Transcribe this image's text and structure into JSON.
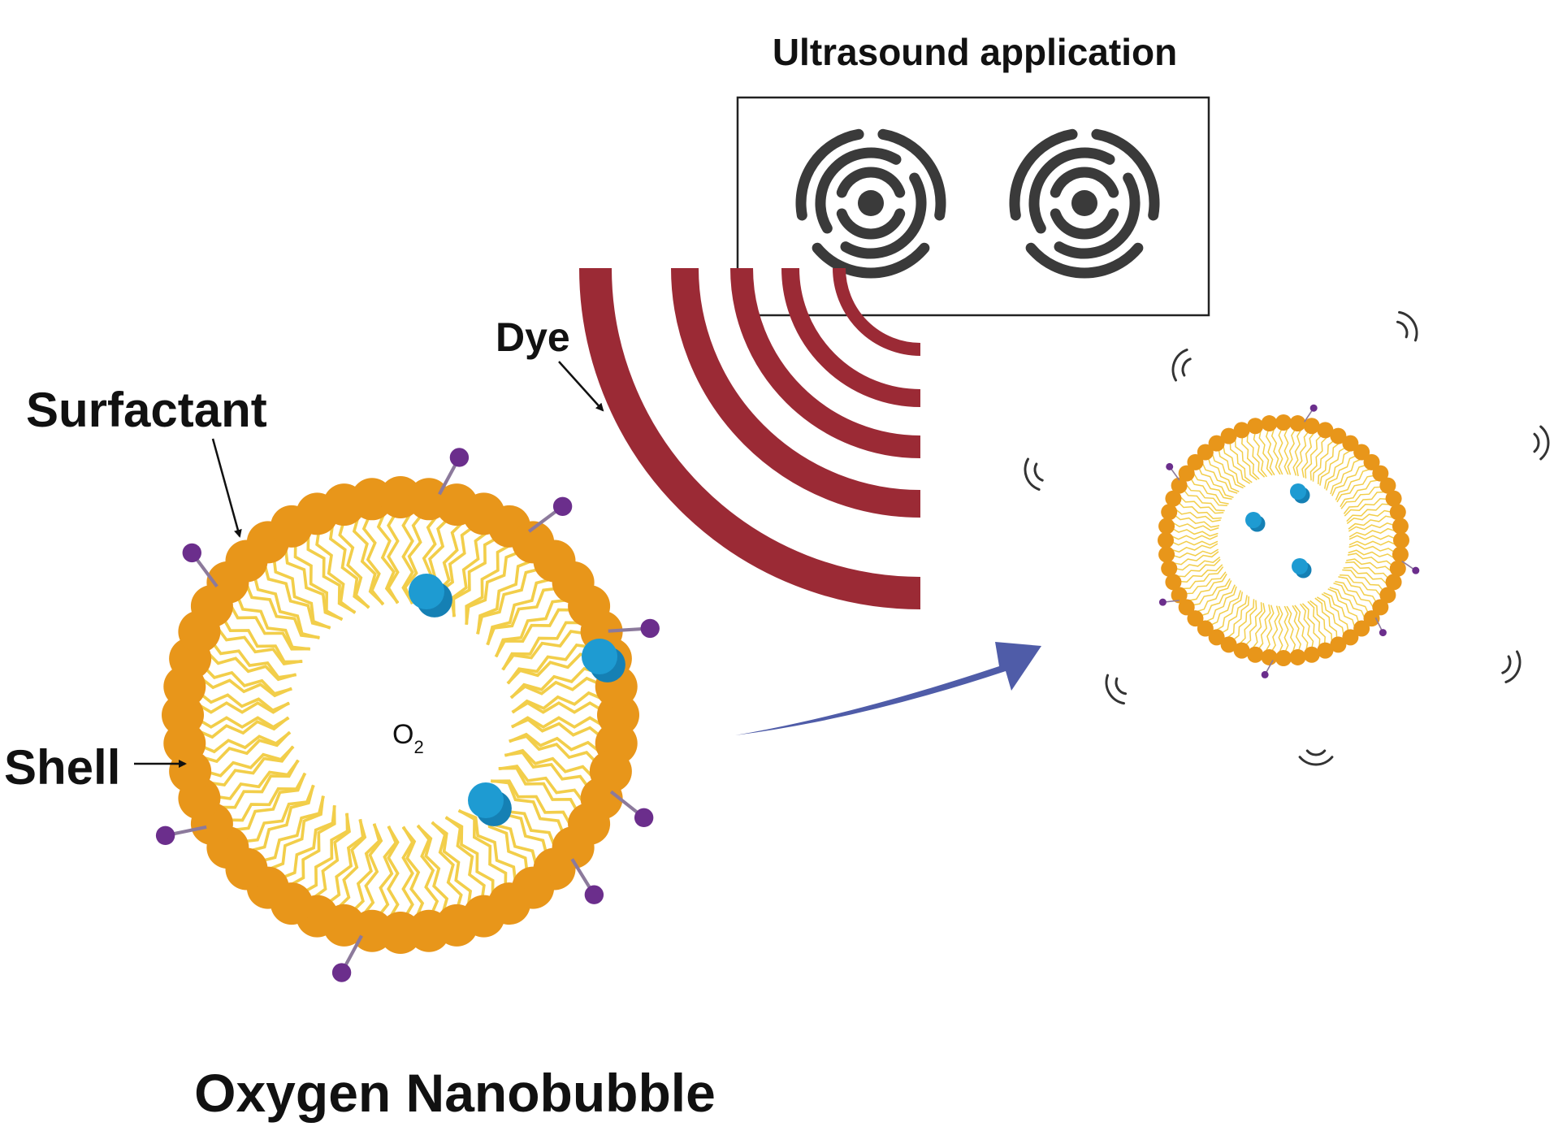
{
  "labels": {
    "ultrasound": "Ultrasound application",
    "dye": "Dye",
    "surfactant": "Surfactant",
    "shell": "Shell",
    "o2_base": "O",
    "o2_sub": "2",
    "title": "Oxygen Nanobubble"
  },
  "colors": {
    "shell_head": "#E8961A",
    "tail": "#F2CE4A",
    "dye": "#6B2E8C",
    "oxygen": "#1E9BD2",
    "wave": "#9B2A35",
    "arrow": "#4F5CA8",
    "transducer": "#3A3A3A",
    "text": "#111111"
  },
  "icons": {
    "transducer": "concentric-ring-transducer-icon",
    "oxygen": "oxygen-molecule-icon",
    "vibration": "vibration-mark-icon"
  }
}
